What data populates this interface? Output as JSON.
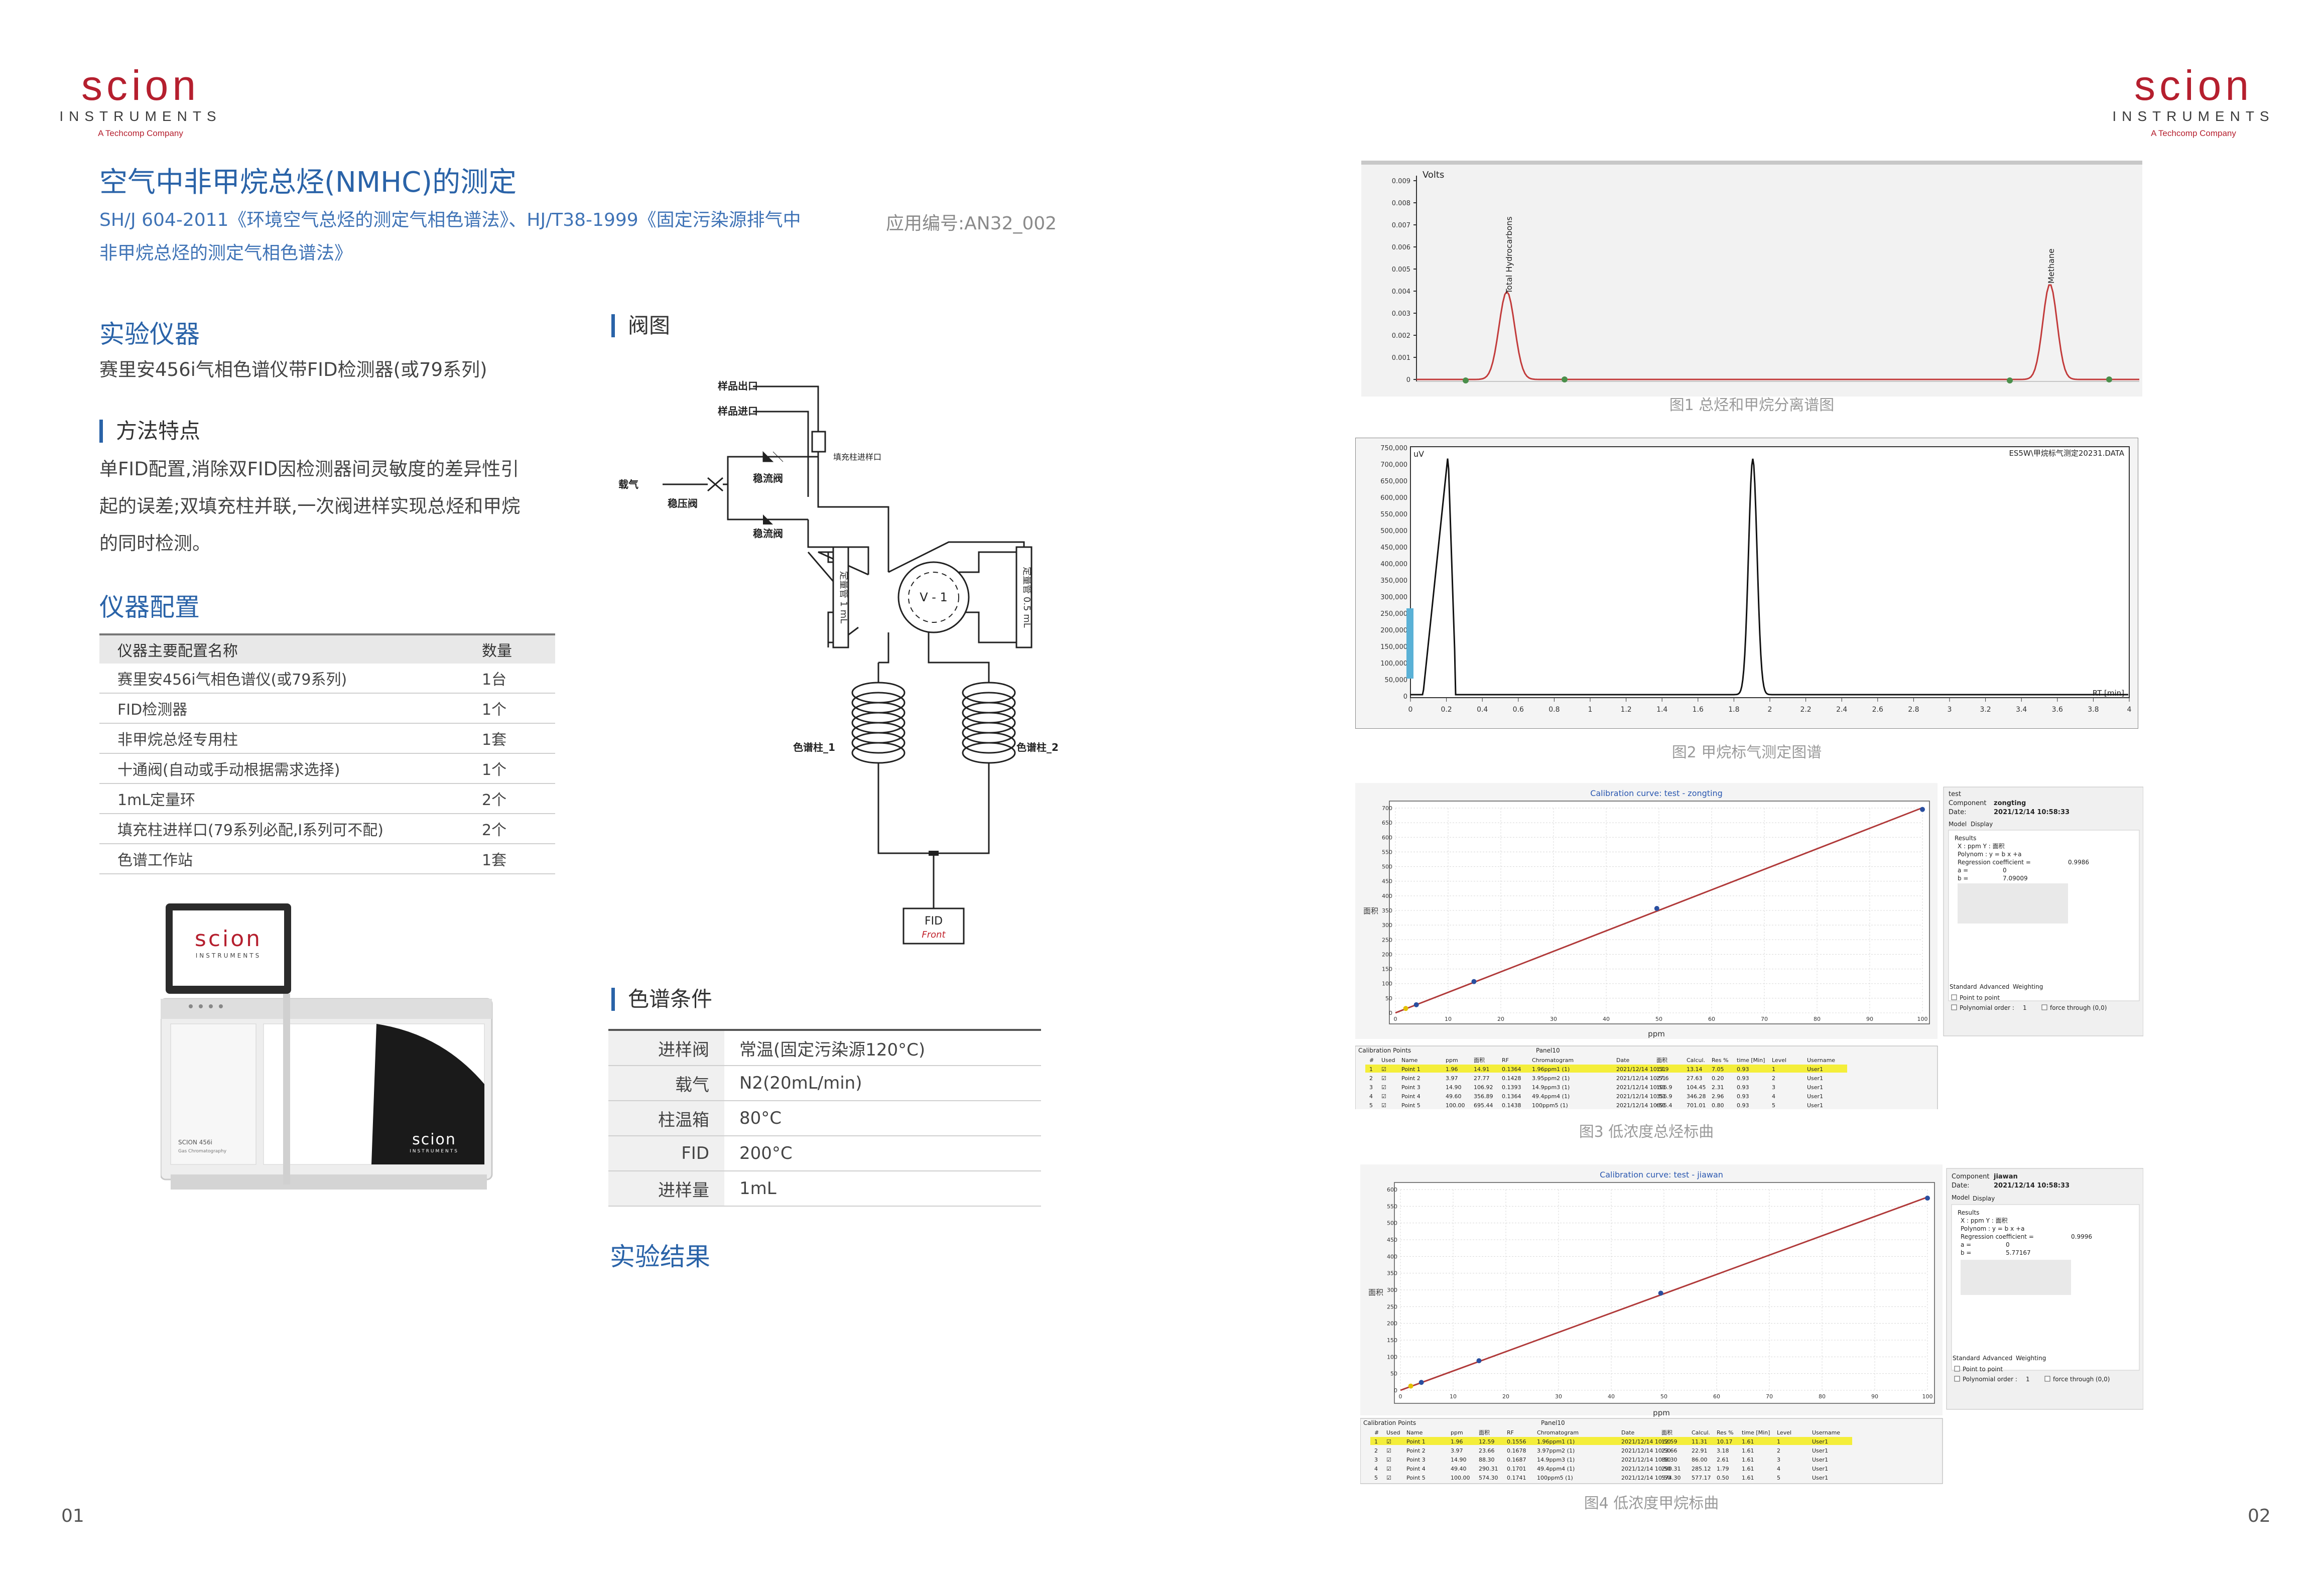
{
  "logo": {
    "word": "scion",
    "sub": "INSTRUMENTS",
    "tagline": "A Techcomp Company"
  },
  "title": "空气中非甲烷总烃(NMHC)的测定",
  "standard_line1": "SH/J 604-2011《环境空气总烃的测定气相色谱法》、HJ/T38-1999《固定污染源排气中",
  "standard_line2": "非甲烷总烃的测定气相色谱法》",
  "app_code": "应用编号:AN32_002",
  "instrument": {
    "heading": "实验仪器",
    "text": "赛里安456i气相色谱仪带FID检测器(或79系列)"
  },
  "features": {
    "heading": "方法特点",
    "lines": [
      "单FID配置,消除双FID因检测器间灵敏度的差异性引",
      "起的误差;双填充柱并联,一次阀进样实现总烃和甲烷",
      "的同时检测。"
    ]
  },
  "config": {
    "heading": "仪器配置",
    "col_name": "仪器主要配置名称",
    "col_qty": "数量",
    "rows": [
      {
        "name": "赛里安456i气相色谱仪(或79系列)",
        "qty": "1台"
      },
      {
        "name": "FID检测器",
        "qty": "1个"
      },
      {
        "name": "非甲烷总烃专用柱",
        "qty": "1套"
      },
      {
        "name": "十通阀(自动或手动根据需求选择)",
        "qty": "1个"
      },
      {
        "name": "1mL定量环",
        "qty": "2个"
      },
      {
        "name": "填充柱进样口(79系列必配,I系列可不配)",
        "qty": "2个"
      },
      {
        "name": "色谱工作站",
        "qty": "1套"
      }
    ]
  },
  "gc_image": {
    "screen_word": "scion",
    "screen_sub": "INSTRUMENTS",
    "model": "SCION 456i",
    "model_sub": "Gas Chromatography",
    "brand": "scion",
    "brand_sub": "INSTRUMENTS"
  },
  "valve": {
    "heading": "阀图",
    "labels": {
      "sample_out": "样品出口",
      "sample_in": "样品进口",
      "carrier": "载气",
      "pressure_valve": "稳压阀",
      "flow_valve_1": "稳流阀",
      "flow_valve_2": "稳流阀",
      "packed_inlet": "填充柱进样口",
      "loop_left": "定量管 1 mL",
      "loop_right": "定量管 0.5 mL",
      "valve": "V - 1",
      "column_1": "色谱柱_1",
      "column_2": "色谱柱_2",
      "fid": "FID",
      "fid_front": "Front"
    }
  },
  "conditions": {
    "heading": "色谱条件",
    "rows": [
      {
        "key": "进样阀",
        "value": "常温(固定污染源120°C)"
      },
      {
        "key": "载气",
        "value": "N2(20mL/min)"
      },
      {
        "key": "柱温箱",
        "value": "80°C"
      },
      {
        "key": "FID",
        "value": "200°C"
      },
      {
        "key": "进样量",
        "value": "1mL"
      }
    ]
  },
  "results": {
    "heading": "实验结果"
  },
  "fig1": {
    "caption": "图1 总烃和甲烷分离谱图",
    "unit": "Volts",
    "peak1": "Total Hydrocarbons",
    "peak2": "Methane",
    "yticks": [
      "0.009",
      "0.008",
      "0.007",
      "0.006",
      "0.005",
      "0.004",
      "0.003",
      "0.002",
      "0.001",
      "0"
    ]
  },
  "fig2": {
    "caption": "图2 甲烷标气测定图谱",
    "ylabel": "uV",
    "xlabel": "RT [min]",
    "legend": "ES5W\\甲烷标气测定20231.DATA",
    "yticks": [
      "750,000",
      "700,000",
      "650,000",
      "600,000",
      "550,000",
      "500,000",
      "450,000",
      "400,000",
      "350,000",
      "300,000",
      "250,000",
      "200,000",
      "150,000",
      "100,000",
      "50,000",
      "0"
    ],
    "xticks": [
      "0",
      "0.2",
      "0.4",
      "0.6",
      "0.8",
      "1",
      "1.2",
      "1.4",
      "1.6",
      "1.8",
      "2",
      "2.2",
      "2.4",
      "2.6",
      "2.8",
      "3",
      "3.2",
      "3.4",
      "3.6",
      "3.8",
      "4"
    ]
  },
  "fig3": {
    "caption": "图3 低浓度总烃标曲",
    "title": "Calibration curve: test - zongting",
    "ylabel": "面积",
    "xlabel": "ppm",
    "yticks": [
      "700",
      "650",
      "600",
      "550",
      "500",
      "450",
      "400",
      "350",
      "300",
      "250",
      "200",
      "150",
      "100",
      "50",
      "0"
    ],
    "xticks": [
      "0",
      "10",
      "20",
      "30",
      "40",
      "50",
      "60",
      "70",
      "80",
      "90",
      "100"
    ],
    "panel": {
      "test": "test",
      "component_label": "Component",
      "component": "zongting",
      "date_label": "Date:",
      "date": "2021/12/14 10:58:33",
      "tabs": [
        "Model",
        "Display"
      ],
      "results": "Results",
      "xy": "X : ppm   Y : 面积",
      "polynom": "Polynom : y = b x +a",
      "reg_label": "Regression coefficient =",
      "reg": "0.9986",
      "a_label": "a =",
      "a": "0",
      "b_label": "b =",
      "b": "7.09009",
      "tabs2": [
        "Standard",
        "Advanced",
        "Weighting"
      ],
      "opt1": "Point to point",
      "opt2": "Polynomial order :",
      "order": "1",
      "opt3": "force through (0,0)"
    },
    "table_title": "Calibration Points",
    "table_panel": "Panel10",
    "cols": [
      "#",
      "Used",
      "Name",
      "ppm",
      "面积",
      "RF",
      "Chromatogram",
      "Date",
      "面积",
      "Calcul.",
      "Res %",
      "time [Min]",
      "Level",
      "Username"
    ],
    "rows": [
      [
        "1",
        "☑",
        "Point 1",
        "1.96",
        "14.91",
        "0.1364",
        "1.96ppm1 (1)",
        "2021/12/14 10:51",
        "13.9",
        "13.14",
        "7.05",
        "0.93",
        "1",
        "User1"
      ],
      [
        "2",
        "☑",
        "Point 2",
        "3.97",
        "27.77",
        "0.1428",
        "3.95ppm2 (1)",
        "2021/12/14 10:51",
        "27.6",
        "27.63",
        "0.20",
        "0.93",
        "2",
        "User1"
      ],
      [
        "3",
        "☑",
        "Point 3",
        "14.90",
        "106.92",
        "0.1393",
        "14.9ppm3 (1)",
        "2021/12/14 10:51",
        "106.9",
        "104.45",
        "2.31",
        "0.93",
        "3",
        "User1"
      ],
      [
        "4",
        "☑",
        "Point 4",
        "49.60",
        "356.89",
        "0.1364",
        "49.4ppm4 (1)",
        "2021/12/14 10:51",
        "356.9",
        "346.28",
        "2.96",
        "0.93",
        "4",
        "User1"
      ],
      [
        "5",
        "☑",
        "Point 5",
        "100.00",
        "695.44",
        "0.1438",
        "100ppm5 (1)",
        "2021/12/14 10:51",
        "695.4",
        "701.01",
        "0.80",
        "0.93",
        "5",
        "User1"
      ]
    ]
  },
  "fig4": {
    "caption": "图4 低浓度甲烷标曲",
    "title": "Calibration curve: test - jiawan",
    "ylabel": "面积",
    "xlabel": "ppm",
    "yticks": [
      "600",
      "550",
      "500",
      "450",
      "400",
      "350",
      "300",
      "250",
      "200",
      "150",
      "100",
      "50",
      "0"
    ],
    "xticks": [
      "0",
      "10",
      "20",
      "30",
      "40",
      "50",
      "60",
      "70",
      "80",
      "90",
      "100"
    ],
    "panel": {
      "test": "test",
      "component_label": "Component",
      "component": "jiawan",
      "date_label": "Date:",
      "date": "2021/12/14 10:58:33",
      "tabs": [
        "Model",
        "Display"
      ],
      "results": "Results",
      "xy": "X : ppm   Y : 面积",
      "polynom": "Polynom : y = b x +a",
      "reg_label": "Regression coefficient =",
      "reg": "0.9996",
      "a_label": "a =",
      "a": "0",
      "b_label": "b =",
      "b": "5.77167",
      "tabs2": [
        "Standard",
        "Advanced",
        "Weighting"
      ],
      "opt1": "Point to point",
      "opt2": "Polynomial order :",
      "order": "1",
      "opt3": "force through (0,0)"
    },
    "table_title": "Calibration Points",
    "table_panel": "Panel10",
    "cols": [
      "#",
      "Used",
      "Name",
      "ppm",
      "面积",
      "RF",
      "Chromatogram",
      "Date",
      "面积",
      "Calcul.",
      "Res %",
      "time [Min]",
      "Level",
      "Username"
    ],
    "rows": [
      [
        "1",
        "☑",
        "Point 1",
        "1.96",
        "12.59",
        "0.1556",
        "1.96ppm1 (1)",
        "2021/12/14 10:50",
        "12.59",
        "11.31",
        "10.17",
        "1.61",
        "1",
        "User1"
      ],
      [
        "2",
        "☑",
        "Point 2",
        "3.97",
        "23.66",
        "0.1678",
        "3.97ppm2 (1)",
        "2021/12/14 10:50",
        "23.66",
        "22.91",
        "3.18",
        "1.61",
        "2",
        "User1"
      ],
      [
        "3",
        "☑",
        "Point 3",
        "14.90",
        "88.30",
        "0.1687",
        "14.9ppm3 (1)",
        "2021/12/14 10:50",
        "88.30",
        "86.00",
        "2.61",
        "1.61",
        "3",
        "User1"
      ],
      [
        "4",
        "☑",
        "Point 4",
        "49.40",
        "290.31",
        "0.1701",
        "49.4ppm4 (1)",
        "2021/12/14 10:50",
        "290.31",
        "285.12",
        "1.79",
        "1.61",
        "4",
        "User1"
      ],
      [
        "5",
        "☑",
        "Point 5",
        "100.00",
        "574.30",
        "0.1741",
        "100ppm5 (1)",
        "2021/12/14 10:50",
        "574.30",
        "577.17",
        "0.50",
        "1.61",
        "5",
        "User1"
      ]
    ]
  },
  "page_left": "01",
  "page_right": "02"
}
